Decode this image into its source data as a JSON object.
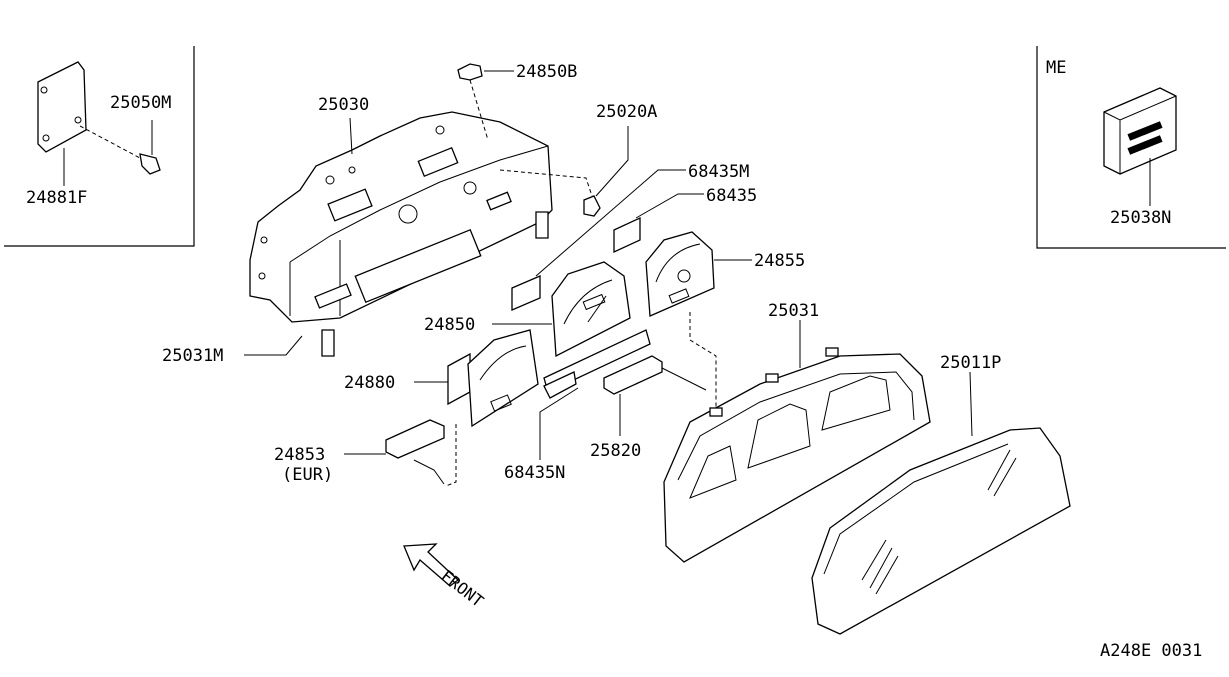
{
  "labels": {
    "p24850B": "24850B",
    "p25050M": "25050M",
    "p24881F": "24881F",
    "p25030": "25030",
    "p25020A": "25020A",
    "p68435M": "68435M",
    "p68435": "68435",
    "p24855": "24855",
    "p24850": "24850",
    "p25031M": "25031M",
    "p24880": "24880",
    "p25031": "25031",
    "p25011P": "25011P",
    "p24853": "24853",
    "p24853_note": "(EUR)",
    "p68435N": "68435N",
    "p25820": "25820",
    "p25038N": "25038N"
  },
  "inset": {
    "region_label": "ME"
  },
  "front_marker": "FRONT",
  "drawing_code": "A248E 0031"
}
